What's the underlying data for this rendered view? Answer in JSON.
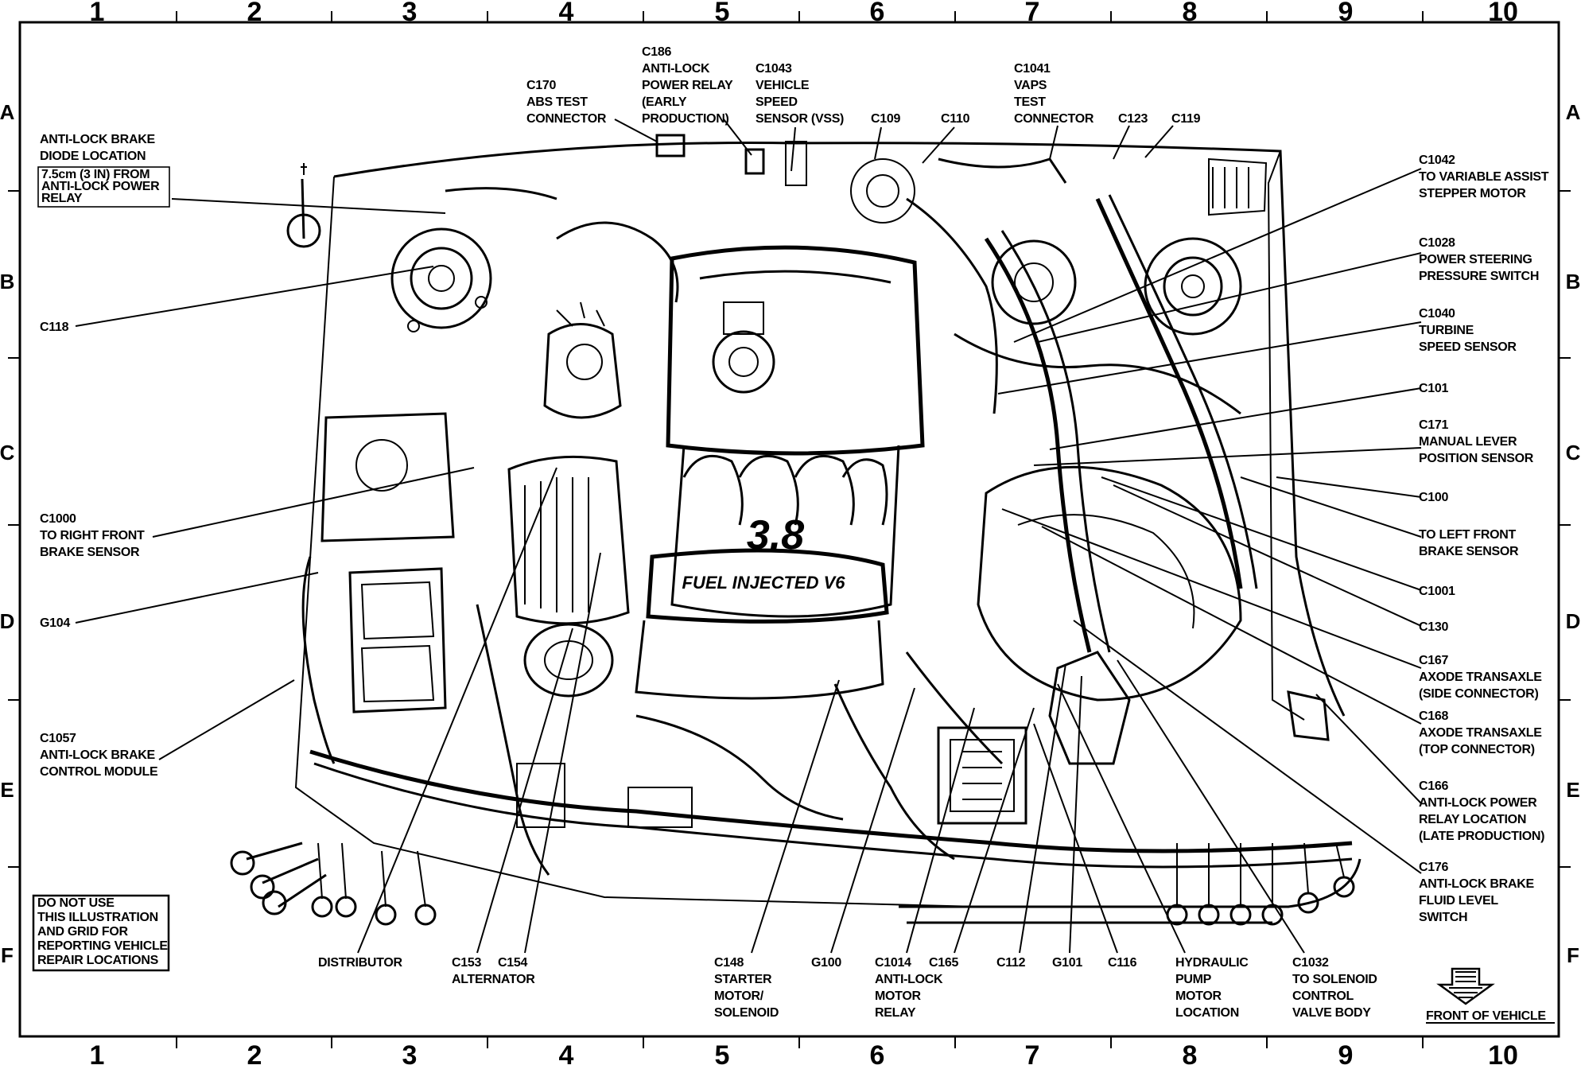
{
  "grid": {
    "columns": [
      "1",
      "2",
      "3",
      "4",
      "5",
      "6",
      "7",
      "8",
      "9",
      "10"
    ],
    "rows": [
      "A",
      "B",
      "C",
      "D",
      "E",
      "F"
    ]
  },
  "engine": {
    "badge": "3.8",
    "cover_text": "FUEL INJECTED V6"
  },
  "labels": {
    "c170": [
      "C170",
      "ABS TEST",
      "CONNECTOR"
    ],
    "c186": [
      "C186",
      "ANTI-LOCK",
      "POWER RELAY",
      "(EARLY",
      "PRODUCTION)"
    ],
    "c1043": [
      "C1043",
      "VEHICLE",
      "SPEED",
      "SENSOR (VSS)"
    ],
    "c109": [
      "C109"
    ],
    "c110": [
      "C110"
    ],
    "c1041": [
      "C1041",
      "VAPS",
      "TEST",
      "CONNECTOR"
    ],
    "c123": [
      "C123"
    ],
    "c119": [
      "C119"
    ],
    "diode": [
      "ANTI-LOCK BRAKE",
      "DIODE LOCATION"
    ],
    "diode_box": [
      "7.5cm (3 IN) FROM",
      "ANTI-LOCK POWER",
      "RELAY"
    ],
    "c118": [
      "C118"
    ],
    "c1000": [
      "C1000",
      "TO RIGHT FRONT",
      "BRAKE SENSOR"
    ],
    "g104": [
      "G104"
    ],
    "c1057": [
      "C1057",
      "ANTI-LOCK BRAKE",
      "CONTROL MODULE"
    ],
    "disclaimer": [
      "DO NOT USE",
      "THIS ILLUSTRATION",
      "AND GRID FOR",
      "REPORTING VEHICLE",
      "REPAIR LOCATIONS"
    ],
    "c1042": [
      "C1042",
      "TO VARIABLE ASSIST",
      "STEPPER MOTOR"
    ],
    "c1028": [
      "C1028",
      "POWER STEERING",
      "PRESSURE SWITCH"
    ],
    "c1040": [
      "C1040",
      "TURBINE",
      "SPEED SENSOR"
    ],
    "c101": [
      "C101"
    ],
    "c171": [
      "C171",
      "MANUAL LEVER",
      "POSITION SENSOR"
    ],
    "c100": [
      "C100"
    ],
    "left_front": [
      "TO LEFT FRONT",
      "BRAKE SENSOR"
    ],
    "c1001": [
      "C1001"
    ],
    "c130": [
      "C130"
    ],
    "c167": [
      "C167",
      "AXODE TRANSAXLE",
      "(SIDE CONNECTOR)"
    ],
    "c168": [
      "C168",
      "AXODE TRANSAXLE",
      "(TOP CONNECTOR)"
    ],
    "c166": [
      "C166",
      "ANTI-LOCK POWER",
      "RELAY LOCATION",
      "(LATE PRODUCTION)"
    ],
    "c176": [
      "C176",
      "ANTI-LOCK BRAKE",
      "FLUID LEVEL",
      "SWITCH"
    ],
    "distributor": [
      "DISTRIBUTOR"
    ],
    "c153": [
      "C153",
      "ALTERNATOR"
    ],
    "c154": [
      "C154"
    ],
    "c148": [
      "C148",
      "STARTER",
      "MOTOR/",
      "SOLENOID"
    ],
    "g100": [
      "G100"
    ],
    "c1014": [
      "C1014",
      "ANTI-LOCK",
      "MOTOR",
      "RELAY"
    ],
    "c165": [
      "C165"
    ],
    "c112": [
      "C112"
    ],
    "g101": [
      "G101"
    ],
    "c116": [
      "C116"
    ],
    "hydraulic": [
      "HYDRAULIC",
      "PUMP",
      "MOTOR",
      "LOCATION"
    ],
    "c1032": [
      "C1032",
      "TO SOLENOID",
      "CONTROL",
      "VALVE BODY"
    ],
    "front": [
      "FRONT OF VEHICLE"
    ]
  }
}
